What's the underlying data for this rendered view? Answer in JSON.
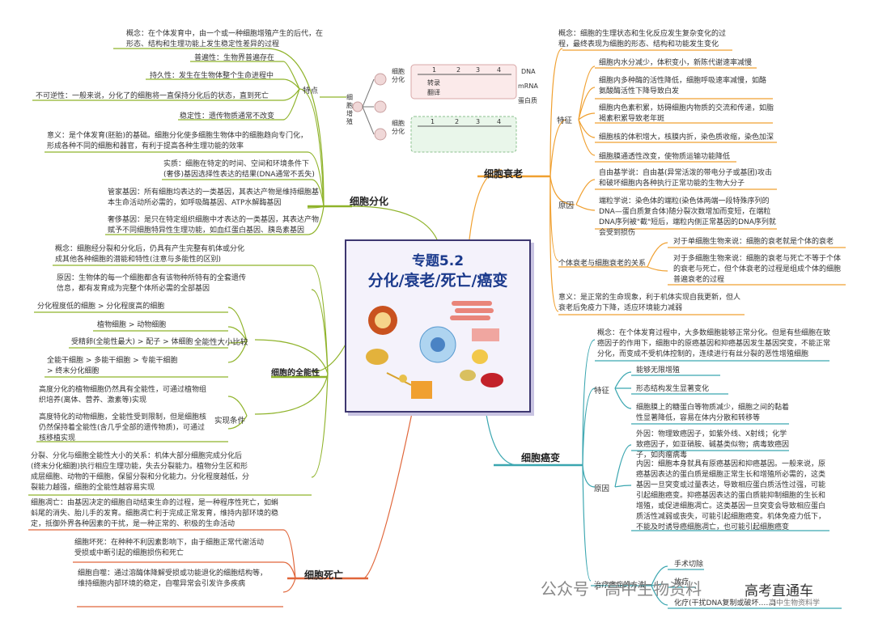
{
  "center": {
    "title1": "专题5.2",
    "title2": "分化/衰老/死亡/癌变"
  },
  "differentiation": {
    "label": "细胞分化",
    "concept": "概念：在个体发育中，由一个或一种细胞增殖产生的后代，在形态、结构和生理功能上发生稳定性差异的过程",
    "features_label": "特点",
    "features": [
      "普遍性：生物界普遍存在",
      "持久性：发生在生物体整个生命进程中",
      "不可逆性：一般来说，分化了的细胞将一直保持分化后的状态，直到死亡",
      "稳定性：遗传物质通常不改变"
    ],
    "meaning": "意义：是个体发育(胚胎)的基础。细胞分化使多细胞生物体中的细胞趋向专门化，形成各种不同的细胞和器官，有利于提高各种生理功能的效率",
    "essence": "实质：细胞在特定的时间、空间和环境条件下(奢侈)基因选择性表达的结果(DNA通常不丢失)",
    "housekeeping": "管家基因：所有细胞均表达的一类基因，其表达产物是维持细胞基本生命活动所必需的，如呼吸酶基因、ATP水解酶基因",
    "luxury": "奢侈基因：是只在特定组织细胞中才表达的一类基因，其表达产物赋予不同细胞特异性生理功能，如血红蛋白基因、胰岛素基因"
  },
  "diagram": {
    "proliferation": "细胞增殖",
    "diff1": "细胞分化",
    "diff2": "细胞分化",
    "nums": [
      "1",
      "2",
      "3",
      "4"
    ],
    "transcription": "转录",
    "translation": "翻译",
    "dna": "DNA",
    "mrna": "mRNA",
    "protein": "蛋白质"
  },
  "totipotency": {
    "label": "细胞的全能性",
    "concept": "概念：细胞经分裂和分化后，仍具有产生完整有机体或分化成其他各种细胞的潜能和特性(注意与多能性的区别)",
    "cause": "原因：生物体的每一个细胞都含有该物种所特有的全套遗传信息，都有发育成为完整个体所必需的全部基因",
    "compare_label": "全能性大小比较",
    "compare": [
      "分化程度低的细胞 > 分化程度高的细胞",
      "植物细胞 > 动物细胞",
      "受精卵(全能性最大) > 配子 > 体细胞",
      "全能干细胞 > 多能干细胞 > 专能干细胞 > 终末分化细胞"
    ],
    "conditions_label": "实现条件",
    "conditions": [
      "高度分化的植物细胞仍然具有全能性，可通过植物组织培养(离体、营养、激素等)实现",
      "高度特化的动物细胞，全能性受到限制，但是细胞核仍然保持着全能性(含几乎全部的遗传物质)，可通过核移植实现"
    ],
    "relation": "分裂、分化与细胞全能性大小的关系：机体大部分细胞完成分化后(终末分化细胞)执行相应生理功能，失去分裂能力。植物分生区和形成层细胞、动物的干细胞，保留分裂和分化能力。分化程度越低，分裂能力越强，细胞的全能性越容易实现"
  },
  "death": {
    "label": "细胞死亡",
    "apoptosis": "细胞凋亡：由基因决定的细胞自动结束生命的过程，是一种程序性死亡，如蝌蚪尾的消失、胎儿手的发育。细胞凋亡利于完成正常发育，维持内部环境的稳定，抵御外界各种因素的干扰，是一种正常的、积极的生命活动",
    "necrosis": "细胞坏死：在种种不利因素影响下，由于细胞正常代谢活动受损或中断引起的细胞损伤和死亡",
    "autophagy": "细胞自噬：通过溶酶体降解受损或功能退化的细胞结构等，维持细胞内部环境的稳定，自噬异常会引发许多疾病"
  },
  "aging": {
    "label": "细胞衰老",
    "concept": "概念：细胞的生理状态和生化反应发生复杂变化的过程，最终表现为细胞的形态、结构和功能发生变化",
    "features_label": "特征",
    "features": [
      "细胞内水分减少，体积变小，新陈代谢速率减慢",
      "细胞内多种酶的活性降低，细胞呼吸速率减慢，如酪氨酸酶活性下降导致白发",
      "细胞内色素积累，妨碍细胞内物质的交流和传递，如脂褐素积累导致老年斑",
      "细胞核的体积增大，核膜内折，染色质收缩，染色加深",
      "细胞膜通透性改变，使物质运输功能降低"
    ],
    "cause_label": "原因",
    "free_radical": "自由基学说：自由基(异常活泼的带电分子或基团)攻击和破坏细胞内各种执行正常功能的生物大分子",
    "telomere": "端粒学说：染色体的端粒(染色体两端一段特殊序列的DNA—蛋白质复合体)随分裂次数增加而变短，在端粒DNA序列被\"截\"短后，端粒内侧正常基因的DNA序列就会受到损伤",
    "relation_label": "个体衰老与细胞衰老的关系",
    "relation1": "对于单细胞生物来说：细胞的衰老就是个体的衰老",
    "relation2": "对于多细胞生物来说：细胞的衰老与死亡不等于个体的衰老与死亡，但个体衰老的过程是组成个体的细胞普遍衰老的过程",
    "meaning": "意义：是正常的生命现象，利于机体实现自我更新，但人衰老后免疫力下降，适应环境能力减弱"
  },
  "cancer": {
    "label": "细胞癌变",
    "concept": "概念：在个体发育过程中，大多数细胞能够正常分化。但是有些细胞在致癌因子的作用下，细胞中的原癌基因和抑癌基因发生基因突变，不能正常分化，而变成不受机体控制的，连续进行有丝分裂的恶性增殖细胞",
    "features_label": "特征",
    "features": [
      "能够无限增殖",
      "形态结构发生显著变化",
      "细胞膜上的糖蛋白等物质减少，细胞之间的黏着性显著降低，容易在体内分散和转移等"
    ],
    "cause_label": "原因",
    "external": "外因：物理致癌因子，如紫外线、X射线；化学致癌因子，如亚硝胺、碱基类似物；病毒致癌因子，如肉瘤病毒",
    "internal": "内因：细胞本身就具有原癌基因和抑癌基因。一般来说，原癌基因表达的蛋白质是细胞正常生长和增殖所必需的，这类基因一旦突变或过量表达，导致相应蛋白质活性过强，可能引起细胞癌变。抑癌基因表达的蛋白质能抑制细胞的生长和增殖，或促进细胞凋亡。这类基因一旦突变会导致相应蛋白质活性减弱或丧失，可能引起细胞癌变。机体免疫力低下，不能及时诱导癌细胞凋亡，也可能引起细胞癌变",
    "treatment_label": "治疗癌症的方法",
    "treatments": [
      "手术切除",
      "放疗",
      "化疗(干扰DNA复制或破坏……)"
    ]
  },
  "watermark": {
    "brand": "公众号 · 高中生物资料",
    "sub": "高考直通车",
    "small": "高中生物资料学"
  },
  "colors": {
    "green": "#8fb32a",
    "orange": "#f0a030",
    "teal": "#3aa6b0",
    "red": "#e0663a",
    "frame": "#3d3770",
    "title": "#1b3a8c"
  }
}
